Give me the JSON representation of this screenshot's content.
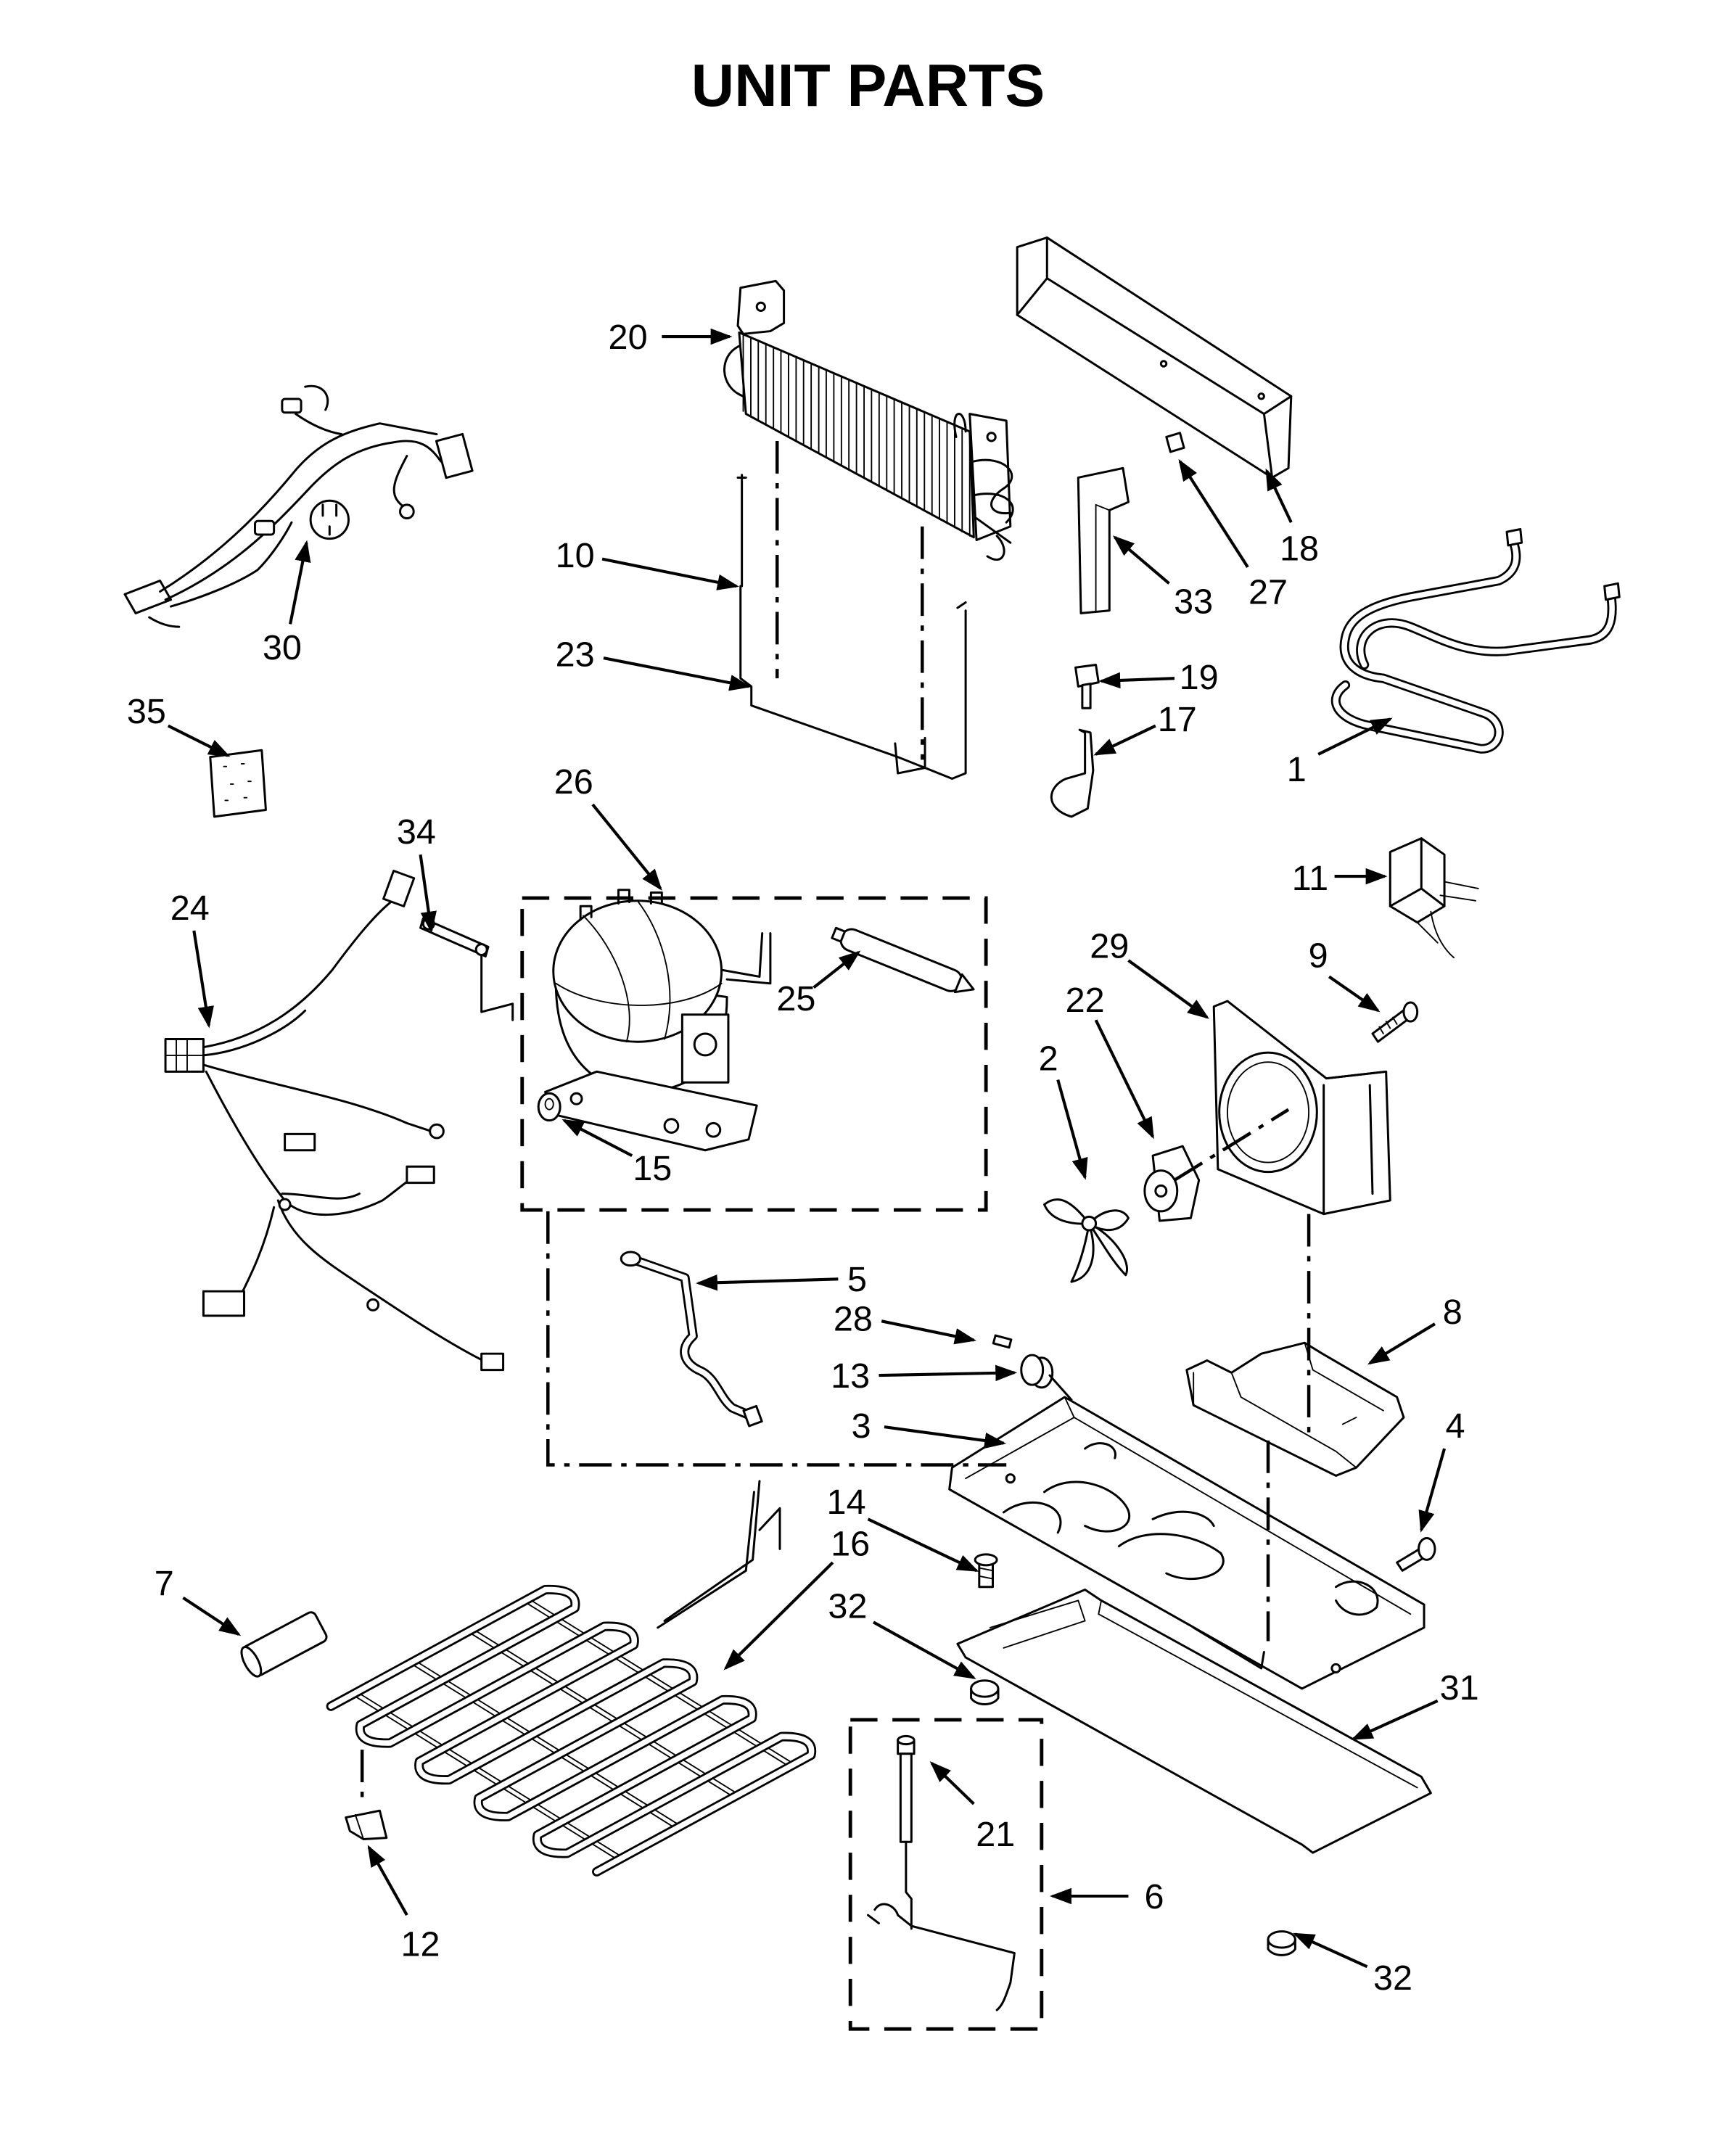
{
  "title": "UNIT PARTS",
  "callouts": [
    "20",
    "10",
    "23",
    "30",
    "35",
    "34",
    "24",
    "26",
    "25",
    "15",
    "33",
    "27",
    "18",
    "19",
    "17",
    "1",
    "11",
    "29",
    "9",
    "22",
    "2",
    "5",
    "28",
    "13",
    "3",
    "8",
    "4",
    "14",
    "16",
    "32",
    "31",
    "7",
    "21",
    "6",
    "12",
    "32"
  ]
}
